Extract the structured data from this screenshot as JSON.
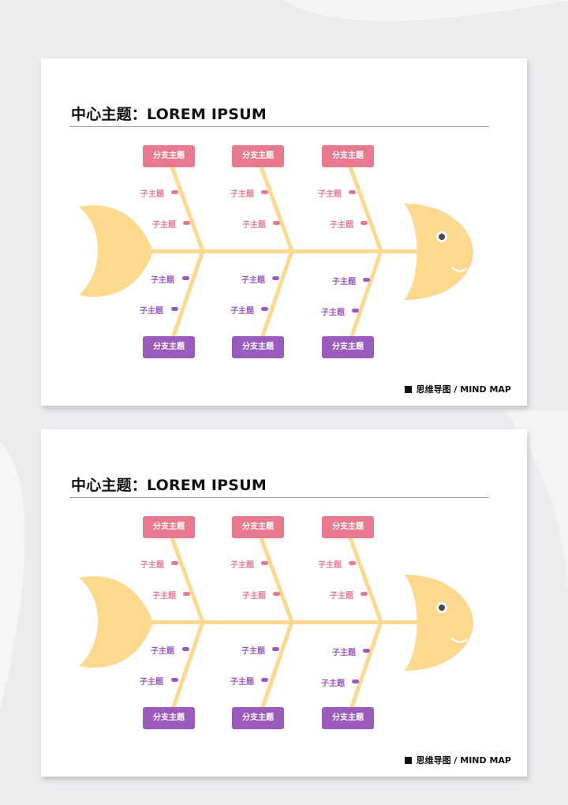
{
  "cards": [
    {
      "title": "中心主题：LOREM IPSUM",
      "footer": "思维导图 / MIND MAP",
      "top_branches": [
        {
          "label": "分支主题",
          "subs": [
            "子主题",
            "子主题"
          ]
        },
        {
          "label": "分支主题",
          "subs": [
            "子主题",
            "子主题"
          ]
        },
        {
          "label": "分支主题",
          "subs": [
            "子主题",
            "子主题"
          ]
        }
      ],
      "bottom_branches": [
        {
          "label": "分支主题",
          "subs": [
            "子主题",
            "子主题"
          ]
        },
        {
          "label": "分支主题",
          "subs": [
            "子主题",
            "子主题"
          ]
        },
        {
          "label": "分支主题",
          "subs": [
            "子主题",
            "子主题"
          ]
        }
      ]
    },
    {
      "title": "中心主题：LOREM IPSUM",
      "footer": "思维导图 / MIND MAP",
      "top_branches": [
        {
          "label": "分支主题",
          "subs": [
            "子主题",
            "子主题"
          ]
        },
        {
          "label": "分支主题",
          "subs": [
            "子主题",
            "子主题"
          ]
        },
        {
          "label": "分支主题",
          "subs": [
            "子主题",
            "子主题"
          ]
        }
      ],
      "bottom_branches": [
        {
          "label": "分支主题",
          "subs": [
            "子主题",
            "子主题"
          ]
        },
        {
          "label": "分支主题",
          "subs": [
            "子主题",
            "子主题"
          ]
        },
        {
          "label": "分支主题",
          "subs": [
            "子主题",
            "子主题"
          ]
        }
      ]
    }
  ],
  "colors": {
    "fish": "#fcd98f",
    "pink": "#e8798f",
    "purple": "#9b5bbd",
    "eye": "#4a4a4a"
  }
}
